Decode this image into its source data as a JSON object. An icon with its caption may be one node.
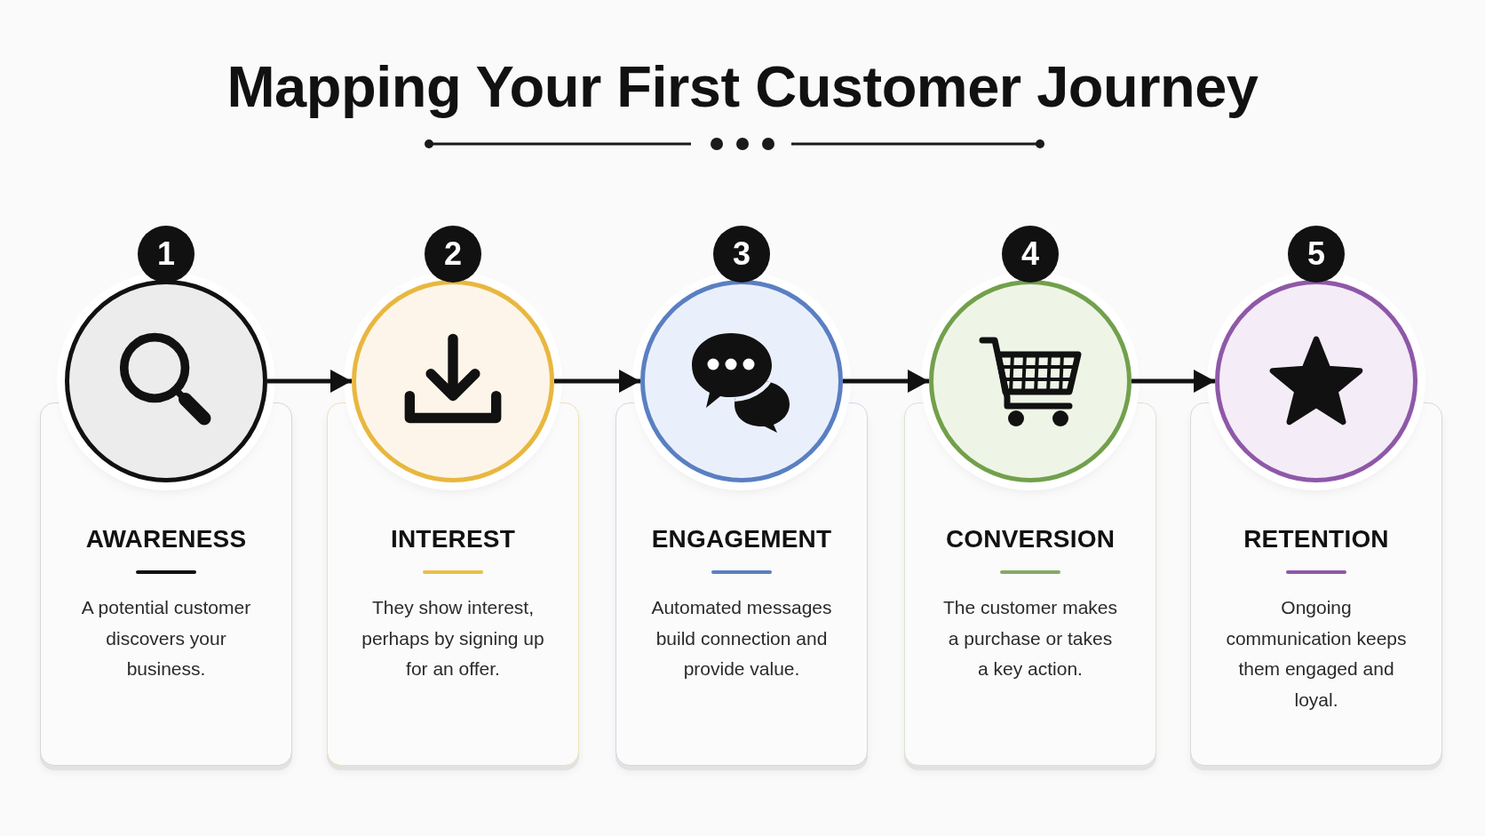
{
  "diagram": {
    "title": "Mapping Your First Customer Journey",
    "nodes": [
      {
        "text": [],
        "shape": "circle",
        "beside": [
          "1"
        ]
      },
      {
        "text": [
          "AWARENESS",
          "A potential customer discovers your business."
        ]
      },
      {
        "text": [],
        "shape": "circle",
        "beside": [
          "2"
        ]
      },
      {
        "text": [
          "INTEREST",
          "They show interest, perhaps by signing up for an offer."
        ]
      },
      {
        "text": [],
        "shape": "circle",
        "beside": [
          "3"
        ]
      },
      {
        "text": [
          "ENGAGEMENT",
          "Automated messages build connection and provide value."
        ]
      },
      {
        "text": [],
        "shape": "circle",
        "beside": [
          "4"
        ]
      },
      {
        "text": [
          "CONVERSION",
          "The customer makes a purchase or takes a key action."
        ]
      },
      {
        "text": [],
        "shape": "circle",
        "beside": [
          "5"
        ]
      },
      {
        "text": [
          "RETENTION",
          "Ongoing communication keeps them engaged and loyal."
        ]
      }
    ],
    "edges": [
      {
        "from": 0,
        "to": 2,
        "arrow": "to"
      },
      {
        "from": 2,
        "to": 4,
        "arrow": "to"
      },
      {
        "from": 4,
        "to": 6,
        "arrow": "to"
      },
      {
        "from": 6,
        "to": 8,
        "arrow": "to"
      }
    ]
  }
}
